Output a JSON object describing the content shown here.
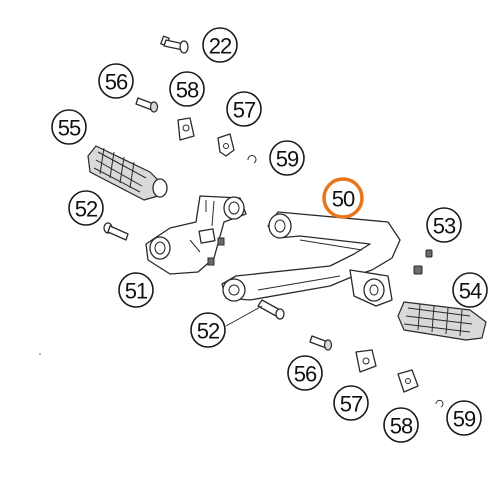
{
  "callouts": {
    "c22": "22",
    "c56a": "56",
    "c58a": "58",
    "c57a": "57",
    "c55": "55",
    "c59a": "59",
    "c50": "50",
    "c52a": "52",
    "c53": "53",
    "c51": "51",
    "c54": "54",
    "c52b": "52",
    "c56b": "56",
    "c57b": "57",
    "c58b": "58",
    "c59b": "59"
  },
  "colors": {
    "highlight": "#e8751a",
    "line": "#2a2a2a"
  }
}
